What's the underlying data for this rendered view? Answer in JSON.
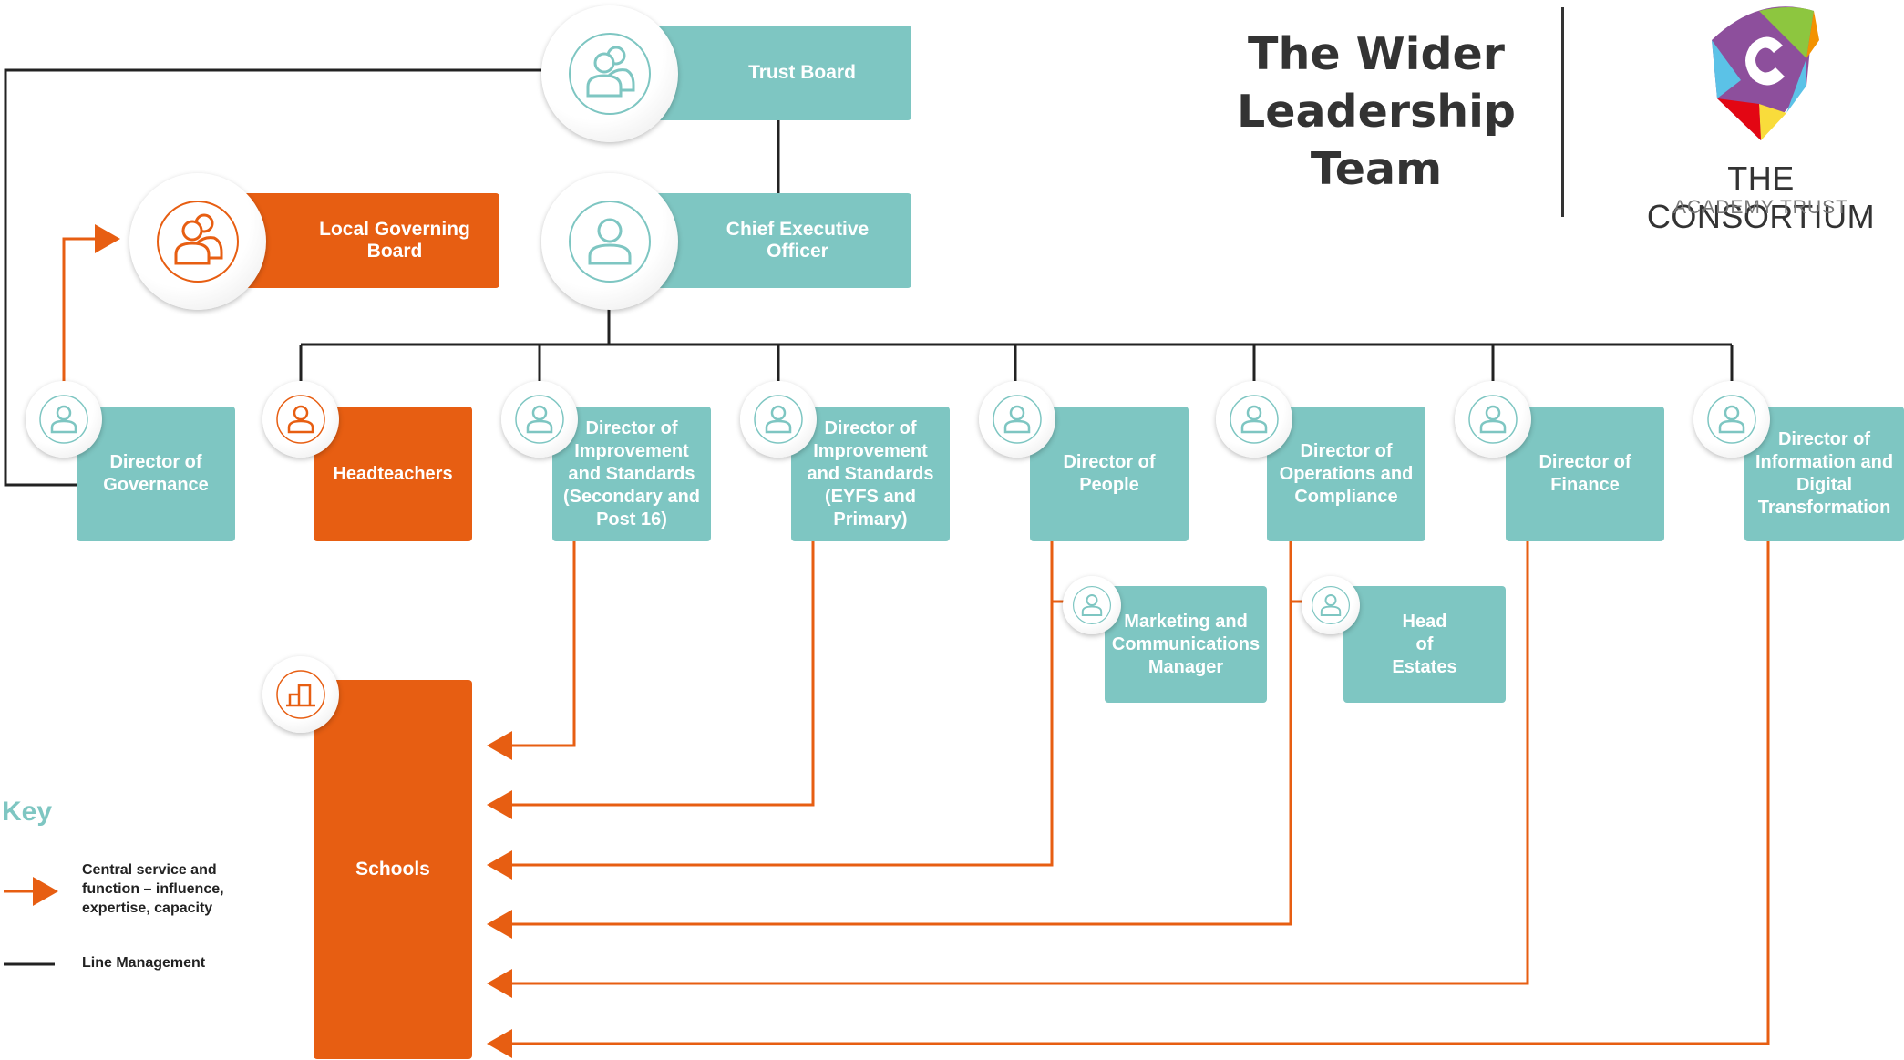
{
  "title": "The Wider Leadership Team",
  "brand": {
    "name": "THE CONSORTIUM",
    "subtitle": "ACADEMY TRUST"
  },
  "colors": {
    "teal": "#7ec6c2",
    "orange": "#e75e12",
    "line": "#222222"
  },
  "nodes": {
    "trust_board": "Trust Board",
    "ceo": "Chief Executive Officer",
    "lgb": "Local Governing Board",
    "dir_governance": "Director of Governance",
    "headteachers": "Headteachers",
    "dir_imp_sec": "Director of Improvement and Standards (Secondary and Post 16)",
    "dir_imp_eyfs": "Director of Improvement and Standards (EYFS and Primary)",
    "dir_people": "Director of People",
    "dir_ops": "Director of Operations and Compliance",
    "dir_finance": "Director of Finance",
    "dir_info": "Director of Information and Digital Transformation",
    "marketing": "Marketing and Communications Manager",
    "head_estates": "Head of Estates",
    "schools": "Schools"
  },
  "icons": {
    "trust_board": "group-icon",
    "ceo": "person-icon",
    "lgb": "group-icon",
    "schools": "building-icon"
  },
  "key": {
    "title": "Key",
    "central_service": "Central service and function – influence, expertise, capacity",
    "line_management": "Line Management"
  }
}
